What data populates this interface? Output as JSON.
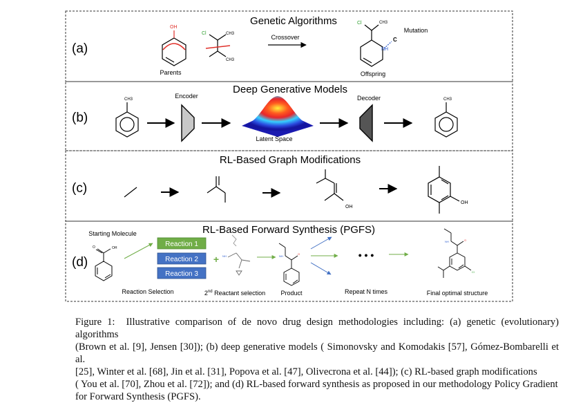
{
  "panels": [
    {
      "letter": "(a)",
      "title": "Genetic Algorithms",
      "labels": {
        "parents": "Parents",
        "crossover": "Crossover",
        "offspring": "Offspring",
        "mutation": "Mutation"
      },
      "chem": {
        "oh": "OH",
        "cl": "Cl",
        "ch3": "CH3",
        "nh": "NH",
        "c": "C"
      }
    },
    {
      "letter": "(b)",
      "title": "Deep Generative Models",
      "labels": {
        "encoder": "Encoder",
        "decoder": "Decoder",
        "latent": "Latent Space"
      },
      "chem": {
        "ch3": "CH3"
      }
    },
    {
      "letter": "(c)",
      "title": "RL-Based Graph Modifications",
      "chem": {
        "oh": "OH"
      }
    },
    {
      "letter": "(d)",
      "title": "RL-Based Forward Synthesis (PGFS)",
      "labels": {
        "starting": "Starting Molecule",
        "reactions": [
          "Reaction 1",
          "Reaction 2",
          "Reaction 3"
        ],
        "reaction_selection": "Reaction Selection",
        "reactant_sup": "nd",
        "reactant_prefix": "2",
        "reactant_rest": " Reactant selection",
        "product": "Product",
        "repeat": "Repeat N times",
        "final": "Final optimal structure",
        "dots": "• • •",
        "plus": "+"
      },
      "chem": {
        "oh": "OH",
        "cl": "Cl",
        "o": "O",
        "nh": "NH"
      }
    }
  ],
  "colors": {
    "reaction1": "#70ad47",
    "reaction2": "#4472c4",
    "reaction3": "#4472c4",
    "green_arrow": "#70ad47",
    "blue_arrow": "#4472c4",
    "oh_red": "#e0302a",
    "cl_green": "#2ea02e",
    "nh_blue": "#2f5fd0"
  },
  "caption": {
    "lines": [
      "Figure 1:  Illustrative comparison of de novo drug design methodologies including: (a) genetic (evolutionary) algorithms",
      "(Brown et al. [9], Jensen [30]); (b) deep generative models ( Simonovsky and Komodakis [57], Gómez-Bombarelli et al.",
      "[25], Winter et al. [68], Jin et al. [31], Popova et al. [47], Olivecrona et al. [44]); (c) RL-based graph modifications",
      "( You et al. [70], Zhou et al. [72]); and (d) RL-based forward synthesis as proposed in our methodology Policy Gradient",
      "for Forward Synthesis (PGFS)."
    ]
  }
}
